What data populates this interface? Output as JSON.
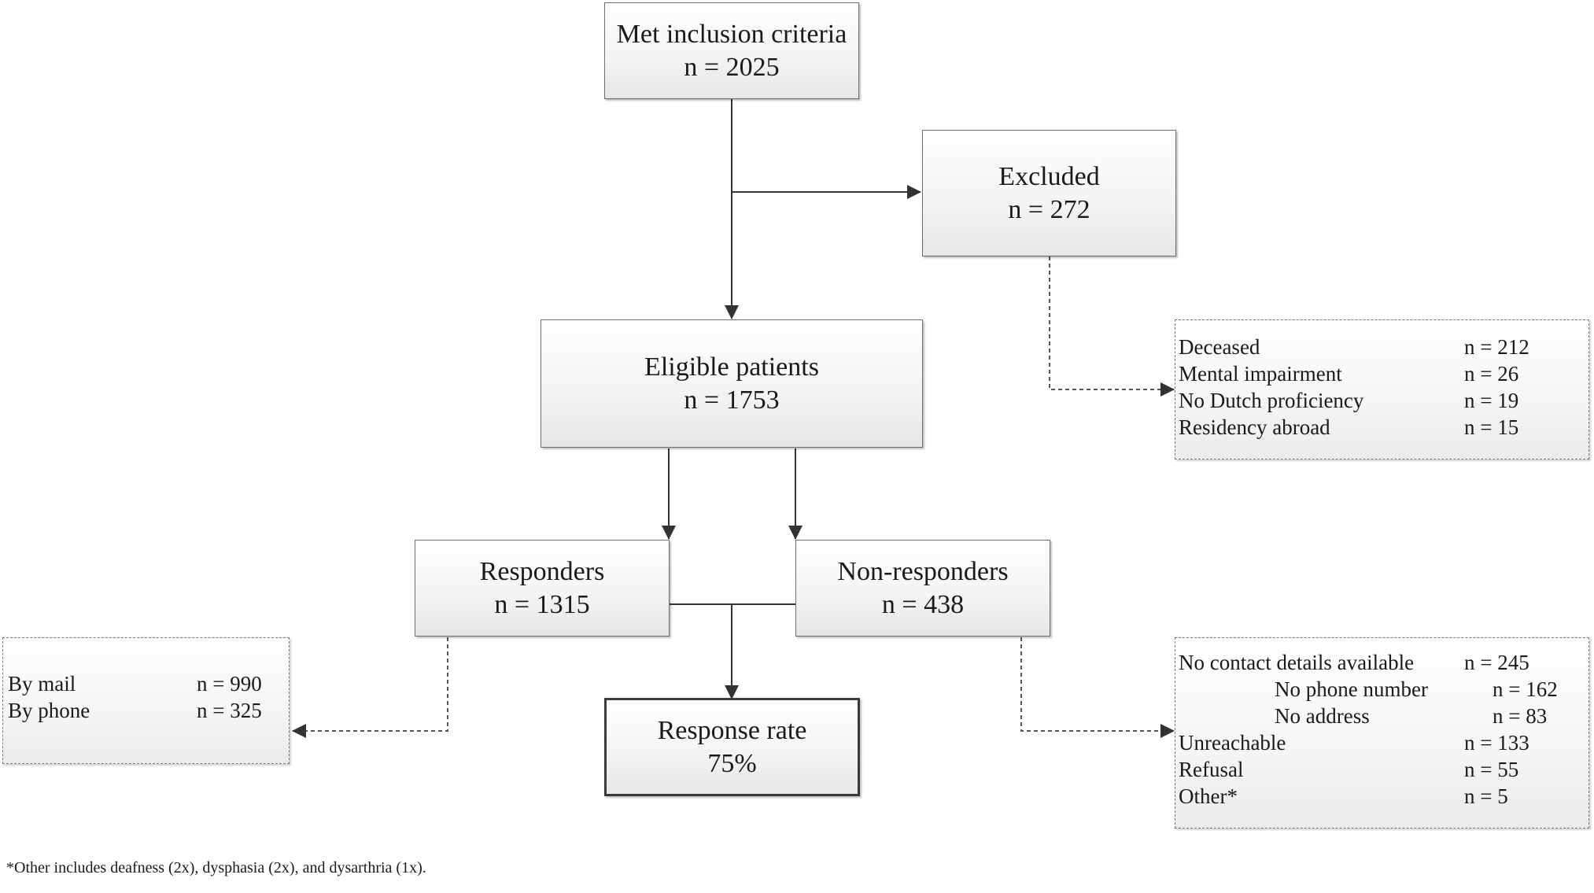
{
  "boxes": {
    "met": {
      "title": "Met inclusion criteria",
      "n": "n = 2025"
    },
    "excluded": {
      "title": "Excluded",
      "n": "n = 272"
    },
    "eligible": {
      "title": "Eligible patients",
      "n": "n = 1753"
    },
    "responders": {
      "title": "Responders",
      "n": "n = 1315"
    },
    "nonresponders": {
      "title": "Non-responders",
      "n": "n = 438"
    },
    "rate": {
      "title": "Response rate",
      "value": "75%"
    }
  },
  "excluded_details": [
    {
      "label": "Deceased",
      "n": "n = 212"
    },
    {
      "label": "Mental impairment",
      "n": "n = 26"
    },
    {
      "label": "No Dutch proficiency",
      "n": "n = 19"
    },
    {
      "label": "Residency abroad",
      "n": "n = 15"
    }
  ],
  "responder_details": [
    {
      "label": "By mail",
      "n": "n = 990"
    },
    {
      "label": "By phone",
      "n": "n = 325"
    }
  ],
  "nonresponder_details": [
    {
      "label": "No contact details available",
      "n": "n = 245"
    },
    {
      "label": "No phone number",
      "n": "n = 162"
    },
    {
      "label": "No address",
      "n": "n = 83"
    },
    {
      "label": "Unreachable",
      "n": "n = 133"
    },
    {
      "label": "Refusal",
      "n": "n = 55"
    },
    {
      "label": "Other*",
      "n": "n = 5"
    }
  ],
  "footnote": "*Other includes deafness (2x), dysphasia (2x), and dysarthria (1x)."
}
